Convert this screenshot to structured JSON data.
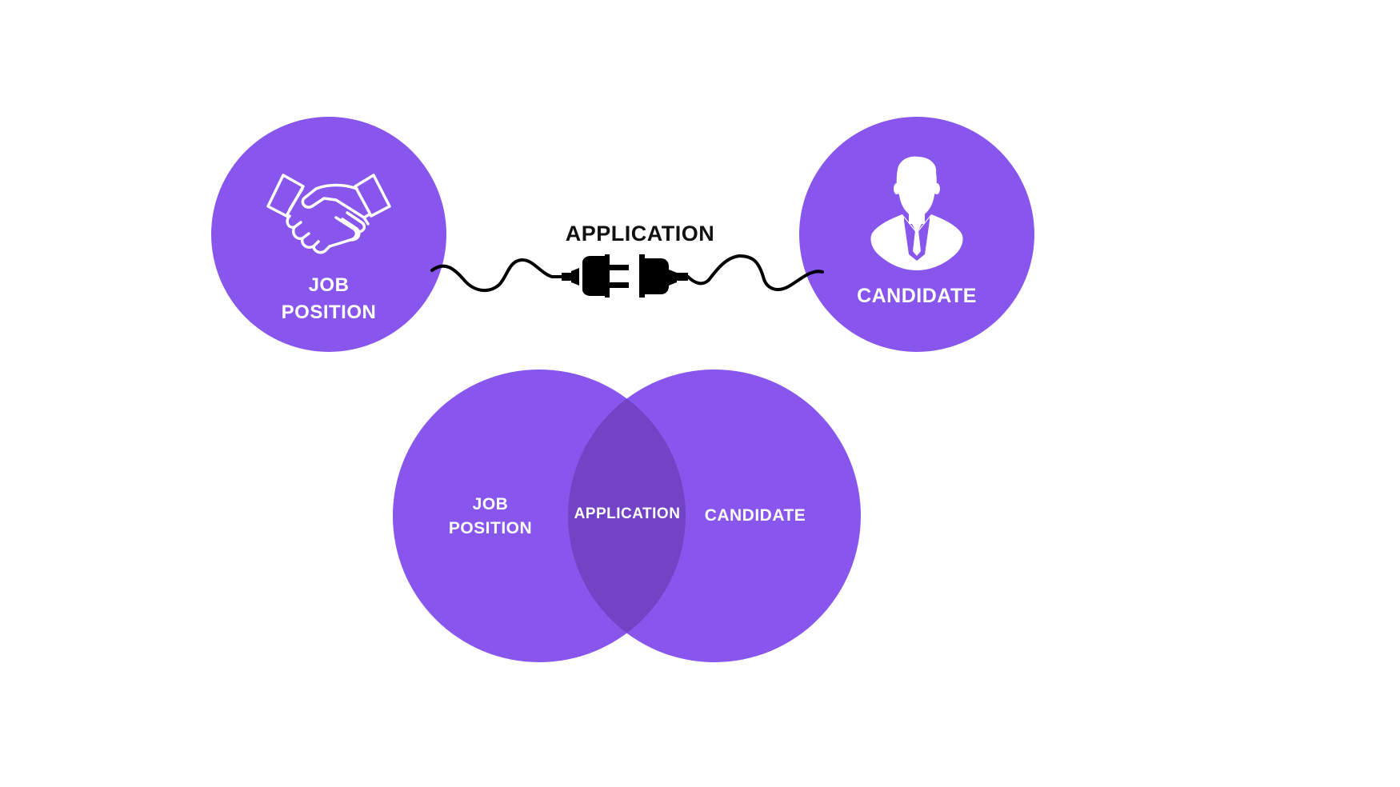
{
  "top": {
    "left_circle_label_line1": "JOB",
    "left_circle_label_line2": "POSITION",
    "right_circle_label": "CANDIDATE",
    "connector_label": "APPLICATION",
    "left_icon": "handshake-icon",
    "right_icon": "businessman-icon",
    "connector_icon": "plug-socket-icon"
  },
  "venn": {
    "left_label_line1": "JOB",
    "left_label_line2": "POSITION",
    "intersection_label": "APPLICATION",
    "right_label": "CANDIDATE"
  },
  "colors": {
    "circle": "#8856ec",
    "intersection": "#7243c4",
    "text_light": "#ffffff",
    "text_dark": "#111111"
  }
}
